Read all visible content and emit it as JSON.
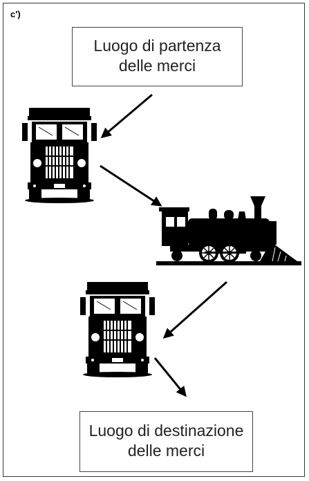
{
  "panel_label": "c')",
  "start_box": {
    "line1": "Luogo di partenza",
    "line2": "delle merci"
  },
  "end_box": {
    "line1": "Luogo di destinazione",
    "line2": "delle merci"
  },
  "icons": [
    "truck-icon",
    "locomotive-icon",
    "truck-icon"
  ],
  "colors": {
    "ink": "#000000",
    "border": "#444444"
  }
}
